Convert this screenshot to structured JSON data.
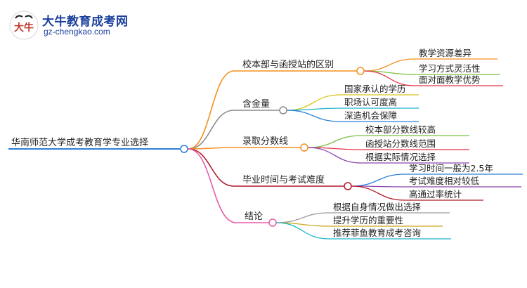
{
  "brand": {
    "name": "大牛教育成考网",
    "url": "gz-chengkao.com",
    "mark_text": "大牛"
  },
  "mindmap": {
    "root": "华南师范大学成考教育学专业选择",
    "branches": [
      {
        "label": "校本部与函授站的区别",
        "color": "#f5901e",
        "children": [
          {
            "label": "教学资源差异",
            "color": "#f5901e"
          },
          {
            "label": "学习方式灵活性",
            "color": "#7ac043"
          },
          {
            "label": "面对面教学优势",
            "color": "#e8334a"
          }
        ]
      },
      {
        "label": "含金量",
        "color": "#8c8c8c",
        "children": [
          {
            "label": "国家承认的学历",
            "color": "#d9c31c"
          },
          {
            "label": "职场认可度高",
            "color": "#1cb5c9"
          },
          {
            "label": "深造机会保障",
            "color": "#2c7fd6"
          }
        ]
      },
      {
        "label": "录取分数线",
        "color": "#f5901e",
        "children": [
          {
            "label": "校本部分数线较高",
            "color": "#7ac043"
          },
          {
            "label": "函授站分数线范围",
            "color": "#e8334a"
          },
          {
            "label": "根据实际情况选择",
            "color": "#8e44ad"
          }
        ]
      },
      {
        "label": "毕业时间与考试难度",
        "color": "#b11b2a",
        "children": [
          {
            "label": "学习时间一般为2.5年",
            "color": "#2c7fd6"
          },
          {
            "label": "考试难度相对较低",
            "color": "#8e44ad"
          },
          {
            "label": "高通过率统计",
            "color": "#b11b2a"
          }
        ]
      },
      {
        "label": "结论",
        "color": "#e85aa8",
        "children": [
          {
            "label": "根据自身情况做出选择",
            "color": "#9e9e9e"
          },
          {
            "label": "提升学历的重要性",
            "color": "#c9a61c"
          },
          {
            "label": "推荐菲鱼教育成考咨询",
            "color": "#1cb5c9"
          }
        ]
      }
    ]
  }
}
